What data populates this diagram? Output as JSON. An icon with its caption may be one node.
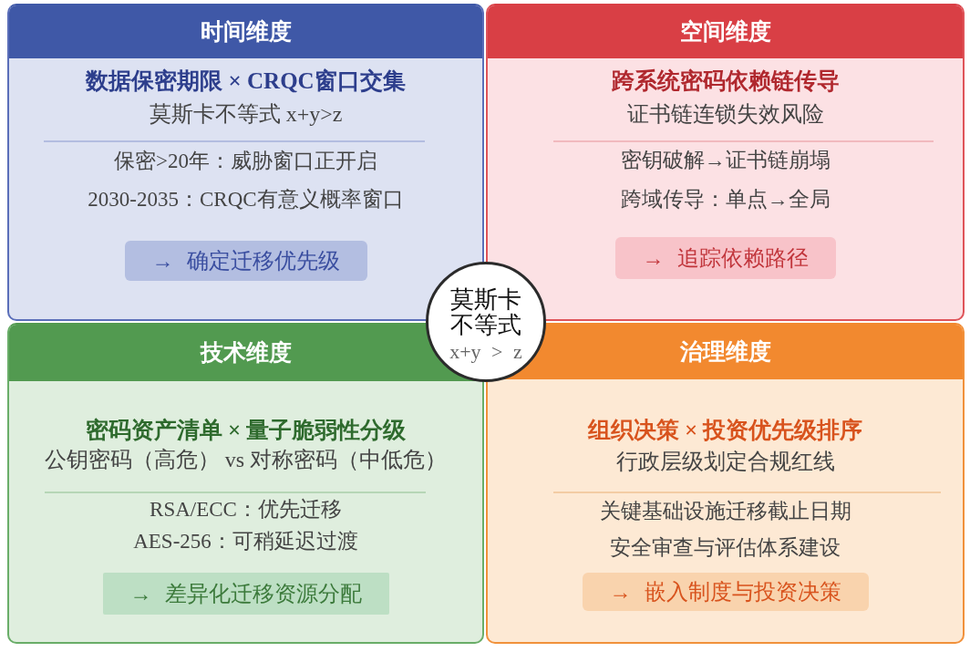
{
  "diagram": {
    "nodes": [
      {
        "text": [
          "时间维度",
          "数据保密期限 × CRQC窗口交集",
          "莫斯卡不等式 x+y>z",
          "保密>20年：威胁窗口正开启",
          "2030-2035：CRQC有意义概率窗口"
        ]
      },
      {
        "text": [
          "→ 确定迁移优先级"
        ],
        "in": 0
      },
      {
        "text": [
          "空间维度",
          "跨系统密码依赖链传导",
          "证书链连锁失效风险",
          "密钥破解→证书链崩塌",
          "跨域传导：单点→全局"
        ]
      },
      {
        "text": [
          "→ 追踪依赖路径"
        ],
        "in": 2
      },
      {
        "text": [
          "技术维度",
          "密码资产清单 × 量子脆弱性分级",
          "公钥密码（高危） vs 对称密码（中低危）",
          "RSA/ECC：优先迁移",
          "AES-256：可稍延迟过渡"
        ]
      },
      {
        "text": [
          "→ 差异化迁移资源分配"
        ],
        "in": 4
      },
      {
        "text": [
          "治理维度",
          "组织决策 × 投资优先级排序",
          "行政层级划定合规红线",
          "关键基础设施迁移截止日期",
          "安全审查与评估体系建设"
        ]
      },
      {
        "text": [
          "→ 嵌入制度与投资决策"
        ],
        "in": 6
      },
      {
        "text": [
          "莫斯卡不等式",
          "x+y > z"
        ]
      }
    ]
  }
}
